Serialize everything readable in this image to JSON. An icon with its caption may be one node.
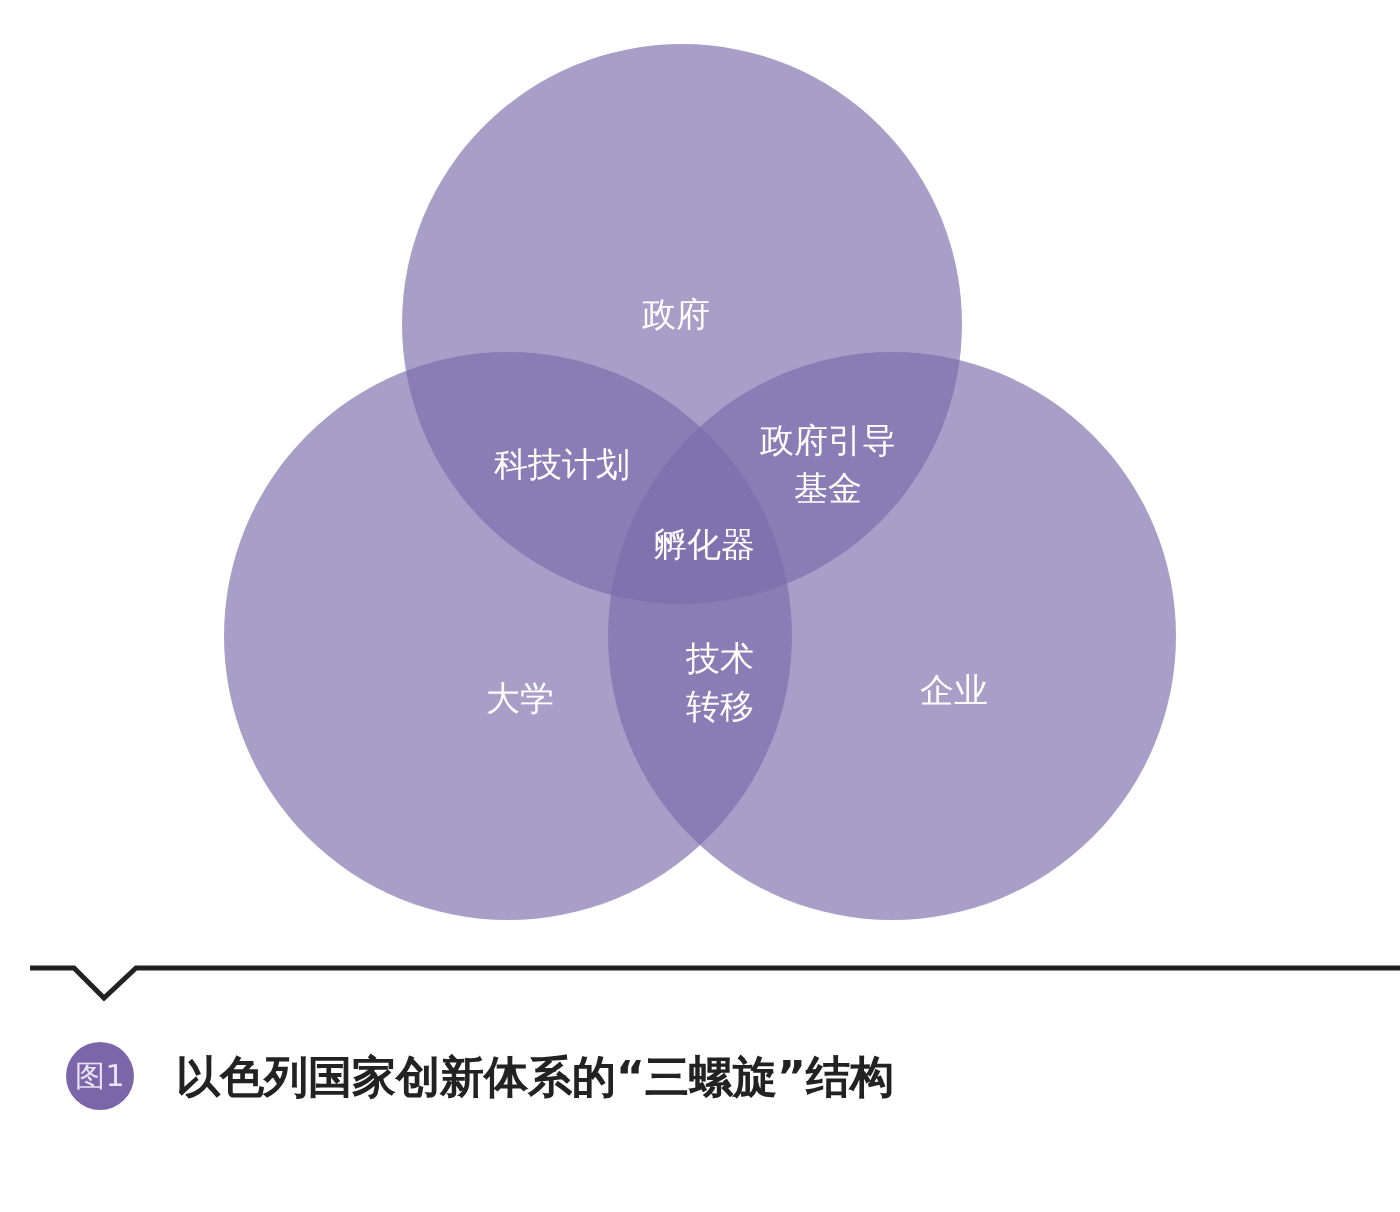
{
  "diagram": {
    "caption": "以色列国家创新体系的“三螺旋”结构",
    "nodes": [
      {
        "text": [
          "政府"
        ]
      },
      {
        "text": [
          "大学"
        ]
      },
      {
        "text": [
          "企业"
        ]
      }
    ],
    "edges": [],
    "labels": [
      "科技计划",
      "政府引导基金",
      "孵化器",
      "技术转移",
      "图1"
    ]
  }
}
